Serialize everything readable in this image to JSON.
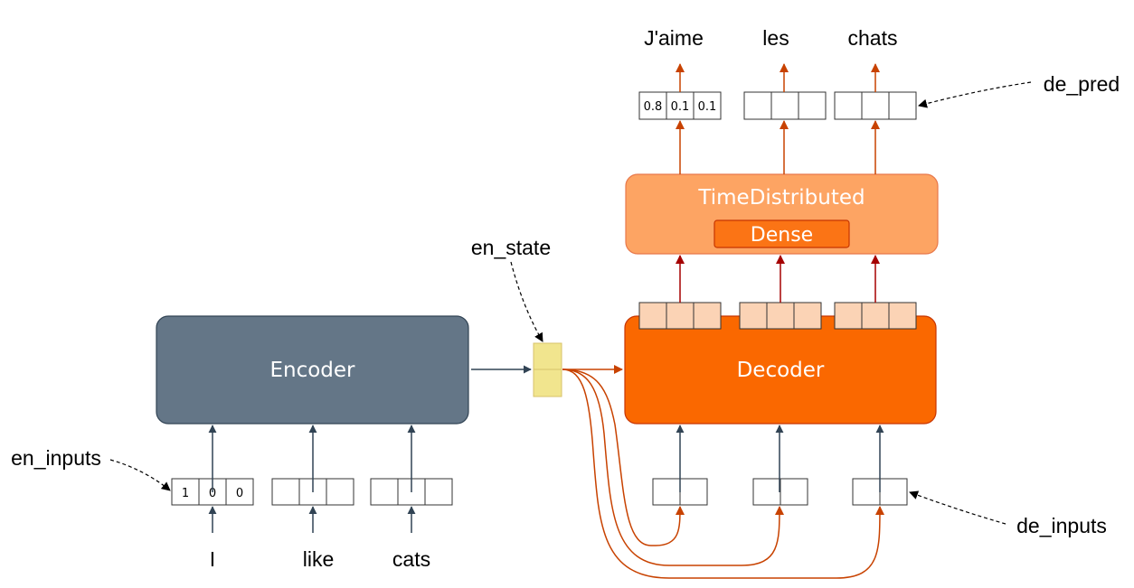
{
  "blocks": {
    "encoder": "Encoder",
    "decoder": "Decoder",
    "time_distributed": "TimeDistributed",
    "dense": "Dense"
  },
  "labels": {
    "en_inputs": "en_inputs",
    "en_state": "en_state",
    "de_inputs": "de_inputs",
    "de_pred": "de_pred"
  },
  "input_words": [
    "I",
    "like",
    "cats"
  ],
  "output_words": [
    "J'aime",
    "les",
    "chats"
  ],
  "en_input_vector": [
    "1",
    "0",
    "0"
  ],
  "de_pred_vector": [
    "0.8",
    "0.1",
    "0.1"
  ],
  "colors": {
    "encoder": "#647687",
    "decoder": "#fa6800",
    "time_distributed": "#fda463",
    "dense": "#fb7415",
    "en_state": "#f1e58e",
    "arrow_dark": "#314354",
    "arrow_orange": "#c84200",
    "arrow_red": "#a50000"
  }
}
